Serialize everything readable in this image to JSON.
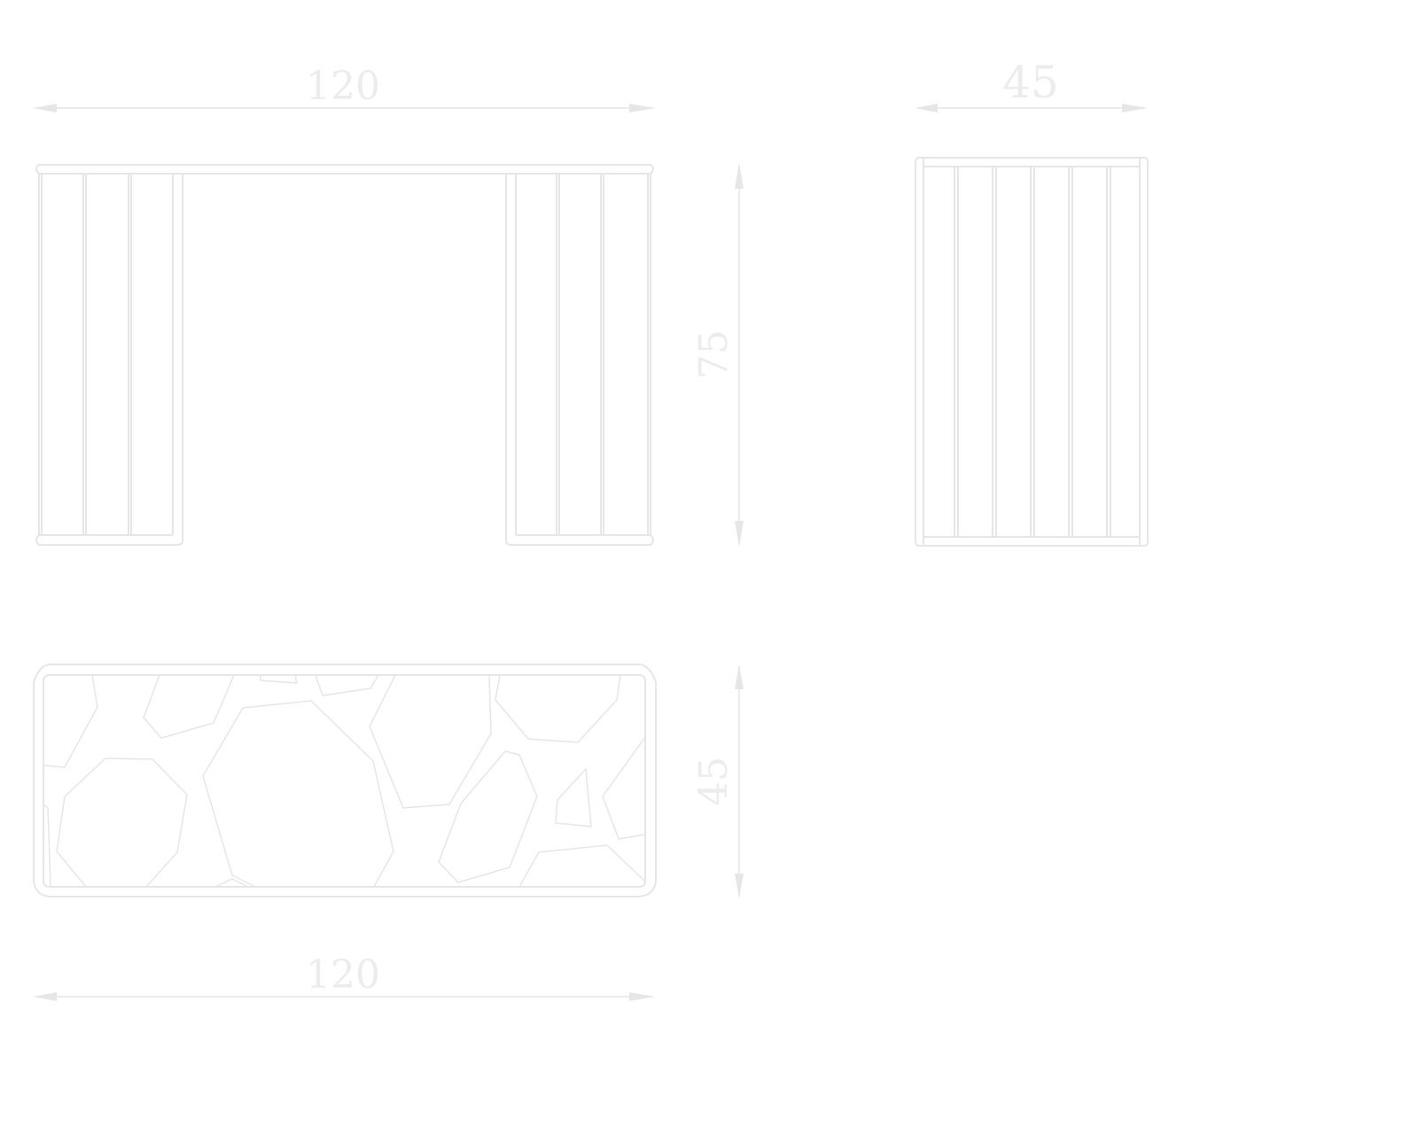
{
  "title": "Table dimension drawing",
  "line_color": "#e6e6e6",
  "dimensions": {
    "front_width": "120",
    "side_depth": "45",
    "height": "75",
    "top_depth": "45",
    "top_width": "120"
  }
}
